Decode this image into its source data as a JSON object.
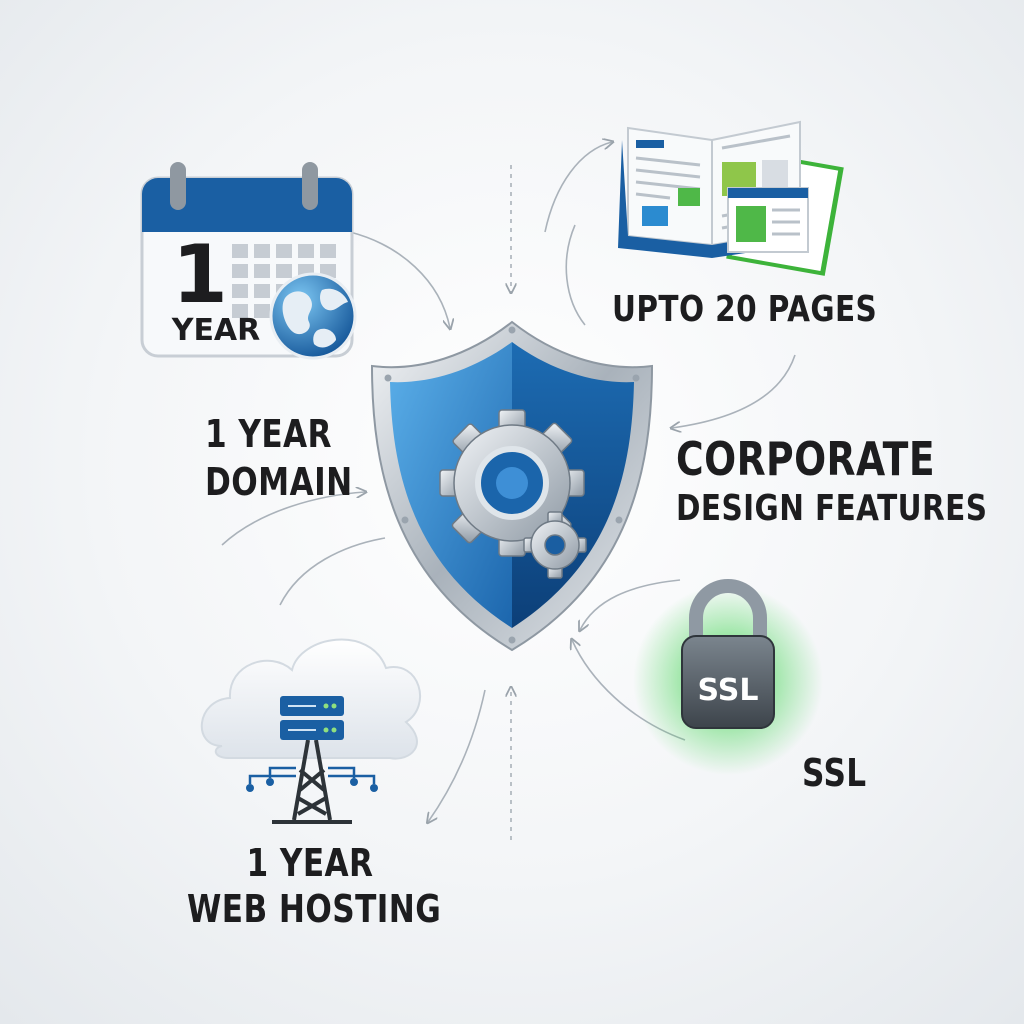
{
  "calendar": {
    "number": "1",
    "unit": "YEAR"
  },
  "lock": {
    "text": "SSL"
  },
  "features": {
    "domain": [
      "1 YEAR",
      "DOMAIN"
    ],
    "hosting": [
      "1 YEAR",
      "WEB HOSTING"
    ],
    "pages": "UPTO 20 PAGES",
    "corporate": [
      "CORPORATE",
      "DESIGN FEATURES"
    ],
    "ssl": "SSL"
  },
  "icons": {
    "calendar": "calendar-icon",
    "globe": "globe-icon",
    "cloud": "cloud-icon",
    "server": "server-tower-icon",
    "brochure": "brochure-pages-icon",
    "shield": "shield-gear-icon",
    "lock": "padlock-icon"
  },
  "colors": {
    "shield_blue": "#1f6fb4",
    "shield_dark": "#0d4a87",
    "accent_green": "#39d24a",
    "calendar_blue": "#1a5fa3",
    "text": "#1d1d1f"
  }
}
